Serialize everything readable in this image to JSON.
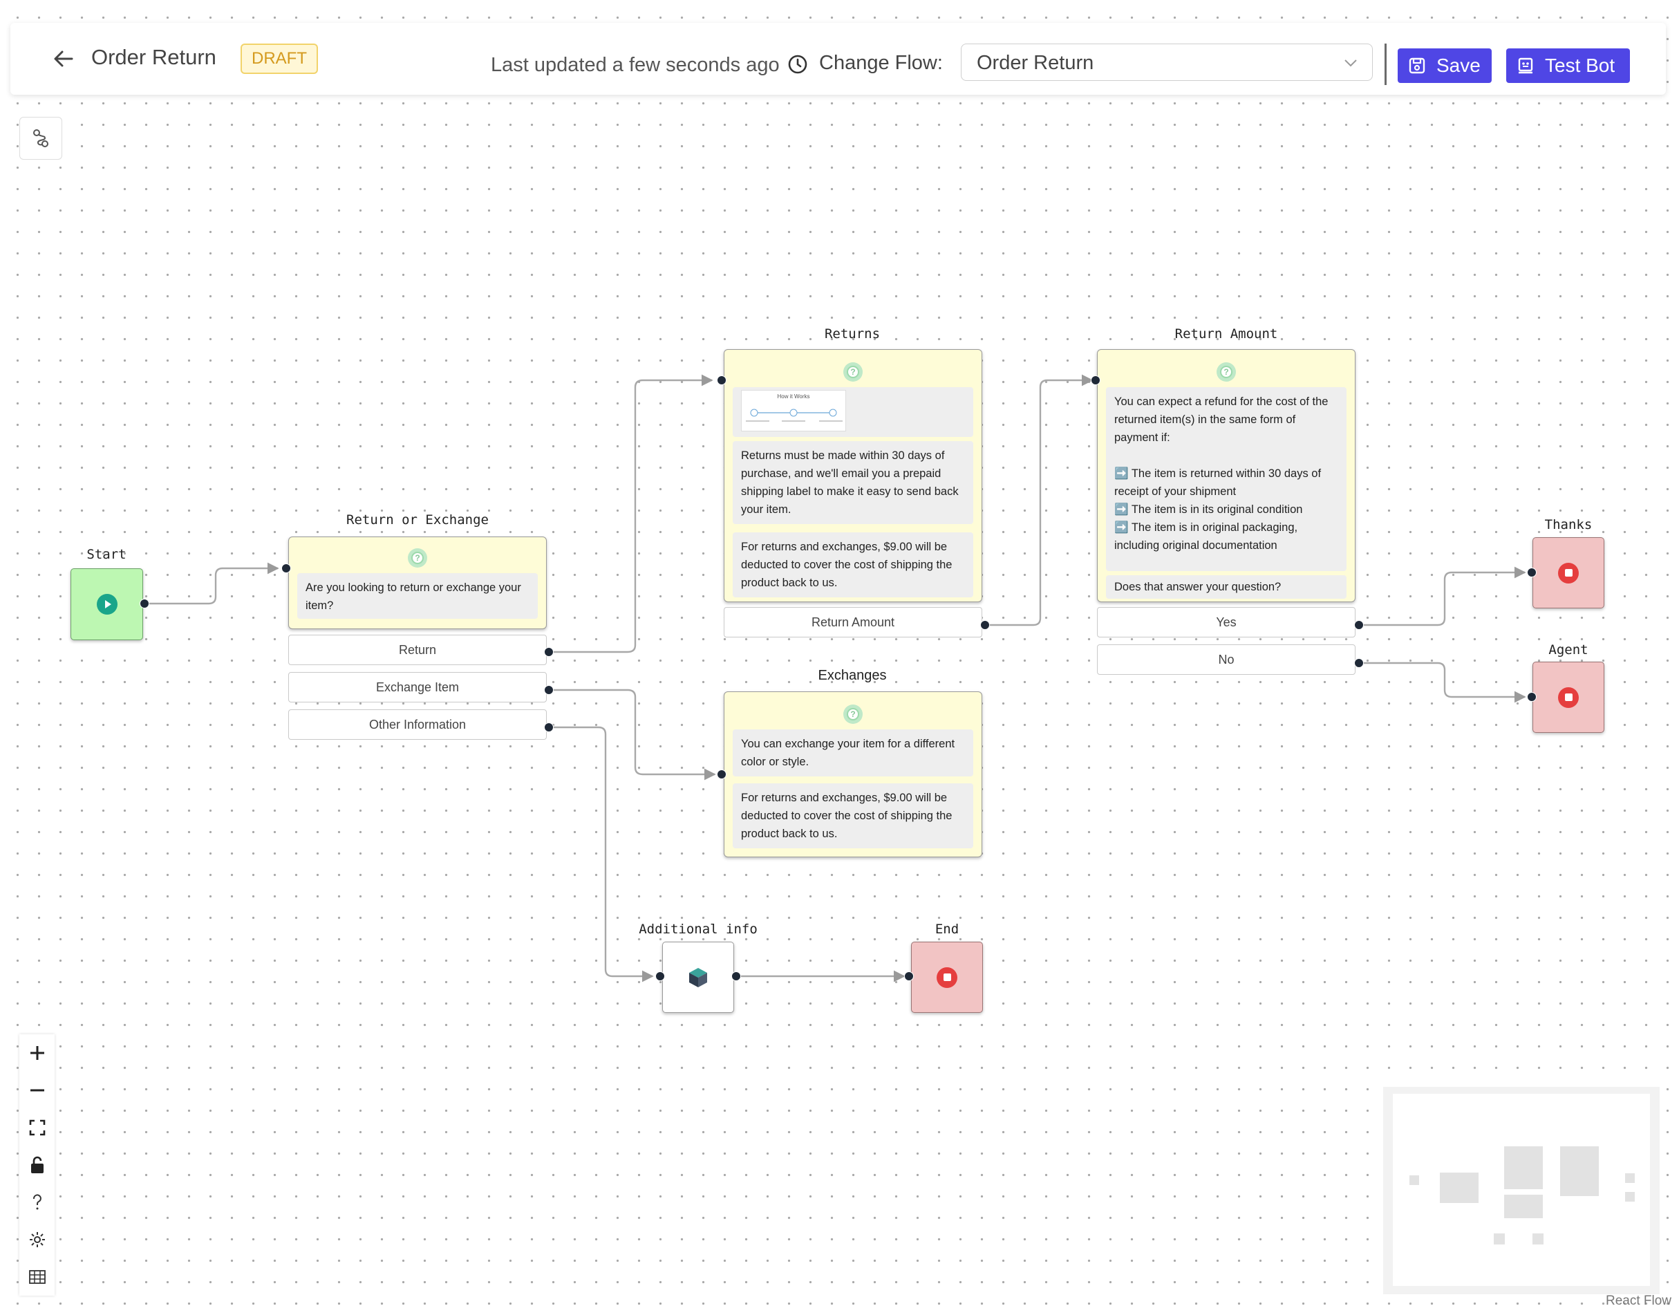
{
  "header": {
    "title": "Order Return",
    "badge": "DRAFT",
    "last_updated": "Last updated a few seconds ago",
    "change_flow_label": "Change Flow:",
    "flow_select_value": "Order Return",
    "save_label": "Save",
    "test_bot_label": "Test Bot",
    "accent_color": "#4f46e5"
  },
  "canvas": {
    "nodes": {
      "start": {
        "label": "Start"
      },
      "return_or_exchange": {
        "label": "Return or Exchange",
        "message": "Are you looking to return or exchange your item?",
        "options": [
          "Return",
          "Exchange Item",
          "Other Information"
        ]
      },
      "returns": {
        "label": "Returns",
        "image_caption": "How it Works",
        "messages": [
          "Returns must be made within 30 days of purchase, and we'll email you a prepaid shipping label to make it easy to send back your item.",
          "For returns and exchanges, $9.00 will be deducted to cover the cost of shipping the product back to us."
        ],
        "options": [
          "Return Amount"
        ]
      },
      "return_amount": {
        "label": "Return Amount",
        "message_lines": [
          "You can expect a refund for the cost of the returned item(s) in the same form of payment if:",
          "➡️ The item is returned within 30 days of receipt of your shipment",
          "➡️ The item is in its original condition",
          "➡️ The item is in original packaging, including original documentation"
        ],
        "question": "Does that answer your question?",
        "options": [
          "Yes",
          "No"
        ]
      },
      "exchanges": {
        "label": "Exchanges",
        "messages": [
          "You can exchange your item for a different color or style.",
          "For returns and exchanges, $9.00 will be deducted to cover the cost of shipping the product back to us."
        ]
      },
      "additional_info": {
        "label": "Additional info"
      },
      "end": {
        "label": "End"
      },
      "thanks": {
        "label": "Thanks"
      },
      "agent": {
        "label": "Agent"
      }
    }
  },
  "controls": [
    "zoom-in",
    "zoom-out",
    "fit-view",
    "lock",
    "help",
    "settings",
    "grid"
  ],
  "footer": {
    "attribution": "React Flow"
  }
}
